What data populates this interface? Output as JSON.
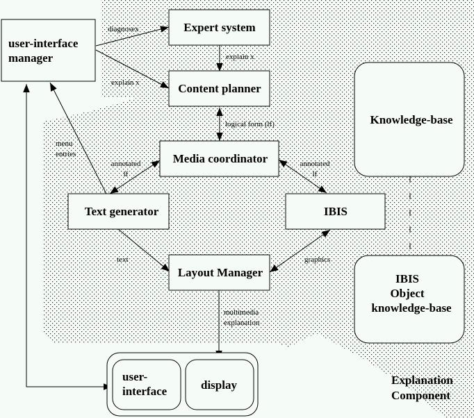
{
  "diagram": {
    "region_label": [
      "Explanation",
      "Component"
    ],
    "nodes": {
      "ui_manager": [
        "user-interface",
        "manager"
      ],
      "expert_system": [
        "Expert system"
      ],
      "content_planner": [
        "Content planner"
      ],
      "media_coordinator": [
        "Media coordinator"
      ],
      "text_generator": [
        "Text generator"
      ],
      "ibis": [
        "IBIS"
      ],
      "layout_manager": [
        "Layout Manager"
      ],
      "knowledge_base": [
        "Knowledge-base"
      ],
      "ibis_object_kb": [
        "IBIS",
        "Object",
        "knowledge-base"
      ],
      "user_interface": [
        "user-",
        "interface"
      ],
      "display": [
        "display"
      ]
    },
    "edges": {
      "diagnose": [
        "diagnosex"
      ],
      "explain_ui_to_cp": [
        "explain x"
      ],
      "explain_es_to_cp": [
        "explain x"
      ],
      "logical_form": [
        "logical form (lf)"
      ],
      "menu_entries": [
        "menu",
        "entries"
      ],
      "annotated_left": [
        "annotated",
        "lf"
      ],
      "annotated_right": [
        "annotated",
        "lf"
      ],
      "text": [
        "text"
      ],
      "graphics": [
        "graphics"
      ],
      "multimedia": [
        "multimedia",
        "explanation"
      ]
    },
    "colors": {
      "background": "#f5fbf7",
      "box_fill": "#f5fbf7",
      "stroke": "#000000",
      "stipple": "#000000"
    }
  }
}
